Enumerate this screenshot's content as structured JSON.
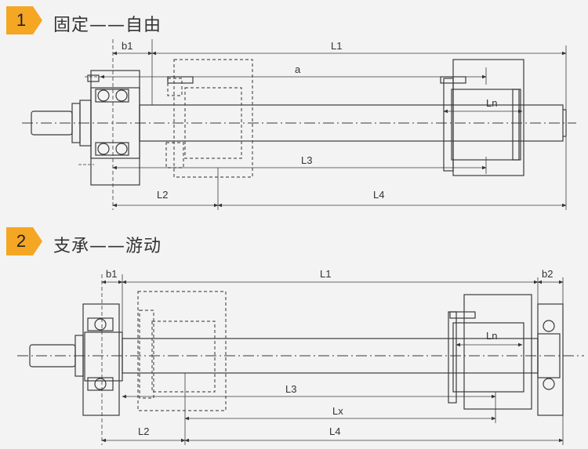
{
  "sections": [
    {
      "number": "1",
      "title": "固定——自由",
      "labels": {
        "b1": "b1",
        "L1": "L1",
        "a": "a",
        "Ln": "Ln",
        "L3": "L3",
        "L2": "L2",
        "L4": "L4"
      }
    },
    {
      "number": "2",
      "title": "支承——游动",
      "labels": {
        "b1": "b1",
        "L1": "L1",
        "b2": "b2",
        "Ln": "Ln",
        "L3": "L3",
        "Lx": "Lx",
        "L2": "L2",
        "L4": "L4"
      }
    }
  ],
  "colors": {
    "badge": "#f5a623",
    "line": "#3a3a3a",
    "dash": "#555555",
    "background": "#f3f3f3"
  }
}
